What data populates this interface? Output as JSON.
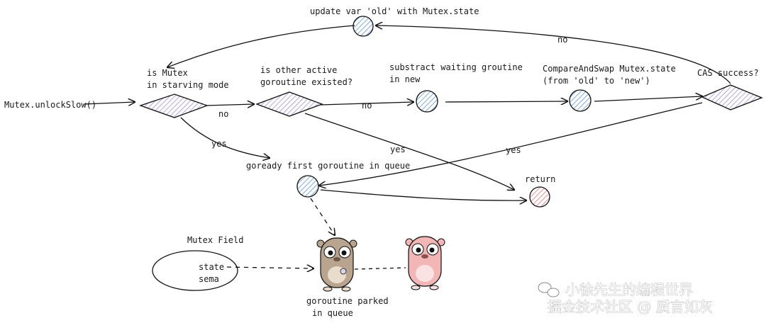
{
  "labels": {
    "entry": "Mutex.unlockSlow()",
    "starving_1": "is Mutex",
    "starving_2": "in starving mode",
    "other_1": "is other active",
    "other_2": "goroutine existed?",
    "subtract_1": "substract waiting groutine",
    "subtract_2": "in new",
    "cas_1": "CompareAndSwap Mutex.state",
    "cas_2": "(from 'old' to 'new')",
    "cas_success": "CAS success?",
    "update": "update var 'old' with Mutex.state",
    "goready": "goready first goroutine in queue",
    "return": "return",
    "mutex_field": "Mutex Field",
    "state": "state",
    "sema": "sema",
    "parked_1": "goroutine parked",
    "parked_2": "in queue"
  },
  "edges": {
    "no_1": "no",
    "no_2": "no",
    "no_top": "no",
    "yes_starving": "yes",
    "yes_other": "yes",
    "yes_cas": "yes"
  },
  "watermark": {
    "line1": "小徐先生的编程世界",
    "line2": "掘金技术社区 @ 质言如灰"
  },
  "colors": {
    "diamond_fill": "#9b7fd6",
    "circle_fill": "#5b8fd6",
    "return_fill": "#e06a6a",
    "gopher_brown": "#b8a48f",
    "gopher_pink": "#f2b6b6"
  }
}
